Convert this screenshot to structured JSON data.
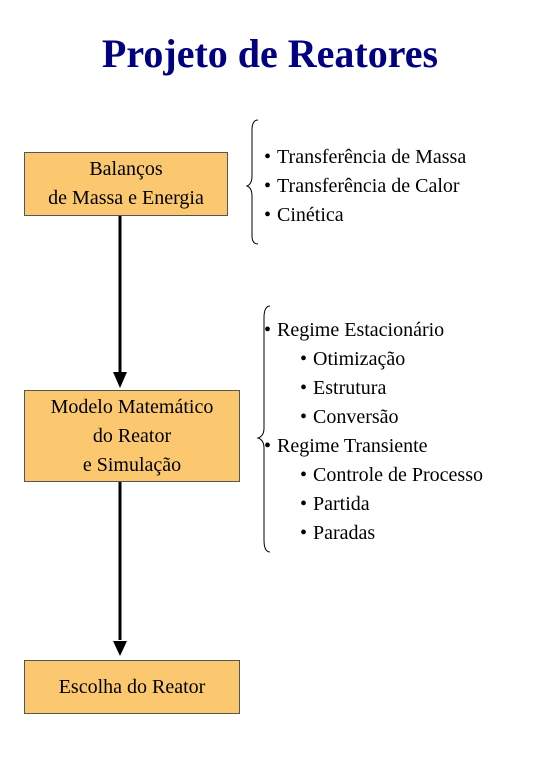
{
  "title": "Projeto de Reatores",
  "colors": {
    "title": "#000080",
    "box_fill": "#fbc870",
    "box_border": "#555555",
    "arrow": "#000000"
  },
  "flow": {
    "boxes": [
      {
        "lines": [
          "Balanços",
          "de Massa e Energia"
        ]
      },
      {
        "lines": [
          "Modelo Matemático",
          "do Reator",
          "e Simulação"
        ]
      },
      {
        "lines": [
          "Escolha do Reator"
        ]
      }
    ]
  },
  "groups": [
    {
      "items": [
        {
          "text": "Transferência de Massa",
          "level": 1
        },
        {
          "text": "Transferência de Calor",
          "level": 1
        },
        {
          "text": "Cinética",
          "level": 1
        }
      ]
    },
    {
      "items": [
        {
          "text": "Regime Estacionário",
          "level": 1
        },
        {
          "text": "Otimização",
          "level": 2
        },
        {
          "text": "Estrutura",
          "level": 2
        },
        {
          "text": "Conversão",
          "level": 2
        },
        {
          "text": "Regime Transiente",
          "level": 1
        },
        {
          "text": "Controle de Processo",
          "level": 2
        },
        {
          "text": "Partida",
          "level": 2
        },
        {
          "text": "Paradas",
          "level": 2
        }
      ]
    }
  ],
  "bullet_symbol": "•"
}
